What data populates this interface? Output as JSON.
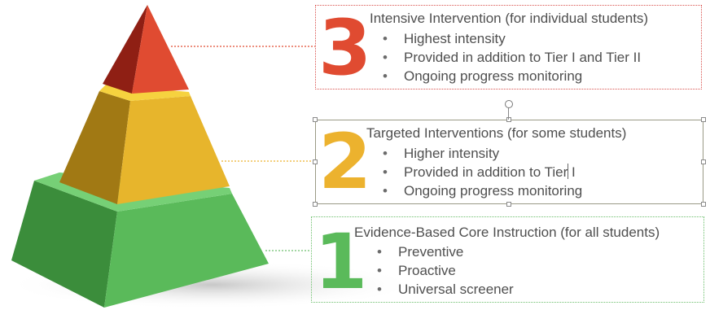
{
  "colors": {
    "tier3": "#e04b31",
    "tier2": "#ecb22e",
    "tier1": "#5aba5a",
    "text": "#4f4f4f"
  },
  "tiers": [
    {
      "number": "3",
      "title": "Intensive Intervention (for individual students)",
      "bullets": [
        "Highest intensity",
        "Provided in addition to Tier I and Tier II",
        "Ongoing progress monitoring"
      ]
    },
    {
      "number": "2",
      "title": "Targeted Interventions (for some students)",
      "bullets": [
        "Higher intensity",
        "Provided in addition to Tier I",
        "Ongoing progress monitoring"
      ]
    },
    {
      "number": "1",
      "title": "Evidence-Based Core Instruction (for all students)",
      "bullets": [
        "Preventive",
        "Proactive",
        "Universal screener"
      ]
    }
  ]
}
